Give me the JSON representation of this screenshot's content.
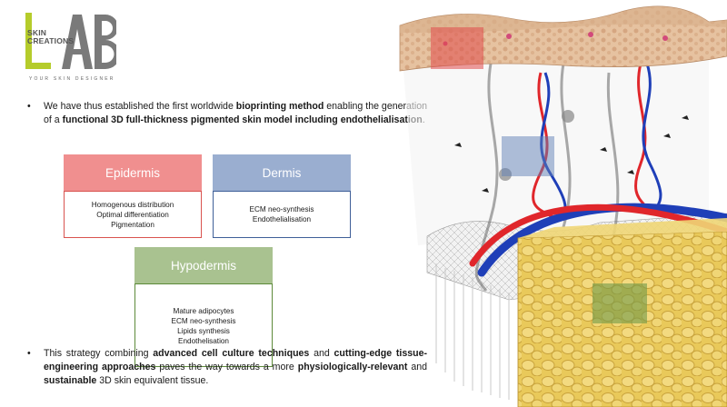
{
  "logo": {
    "skin_line1": "SKIN",
    "skin_line2": "CREATIONS",
    "letters": "LAB",
    "tagline": "YOUR SKIN DESIGNER"
  },
  "bullets": [
    {
      "segments": [
        {
          "text": "We have thus established the first worldwide ",
          "bold": false
        },
        {
          "text": "bioprinting method",
          "bold": true
        },
        {
          "text": " enabling the generation of a ",
          "bold": false
        },
        {
          "text": "functional 3D full-thickness pigmented skin model including endothelialisation",
          "bold": true
        },
        {
          "text": ".",
          "bold": false
        }
      ]
    },
    {
      "segments": [
        {
          "text": "This strategy combining ",
          "bold": false
        },
        {
          "text": "advanced cell culture techniques",
          "bold": true
        },
        {
          "text": " and ",
          "bold": false
        },
        {
          "text": "cutting-edge tissue-engineering approaches",
          "bold": true
        },
        {
          "text": " paves the way towards a more ",
          "bold": false
        },
        {
          "text": "physiologically-relevant",
          "bold": true
        },
        {
          "text": " and ",
          "bold": false
        },
        {
          "text": "sustainable",
          "bold": true
        },
        {
          "text": " 3D skin equivalent tissue.",
          "bold": false
        }
      ]
    }
  ],
  "boxes": {
    "epidermis": {
      "title": "Epidermis",
      "items": [
        "Homogenous distribution",
        "Optimal differentiation",
        "Pigmentation"
      ],
      "head_color": "#f08f8f",
      "border_color": "#d9534f"
    },
    "dermis": {
      "title": "Dermis",
      "items": [
        "ECM neo-synthesis",
        "Endothelialisation"
      ],
      "head_color": "#9aaed0",
      "border_color": "#3f5f98"
    },
    "hypodermis": {
      "title": "Hypodermis",
      "items": [
        "Mature adipocytes",
        "ECM neo-synthesis",
        "Lipids synthesis",
        "Endothelisation"
      ],
      "head_color": "#a9c290",
      "border_color": "#5d8a3a"
    }
  },
  "colors": {
    "logo_green": "#b5cc2b",
    "logo_gray": "#7a7a7a",
    "vessel_red": "#e0262b",
    "vessel_blue": "#1f3fb8",
    "fat_yellow": "#e9c95a"
  }
}
